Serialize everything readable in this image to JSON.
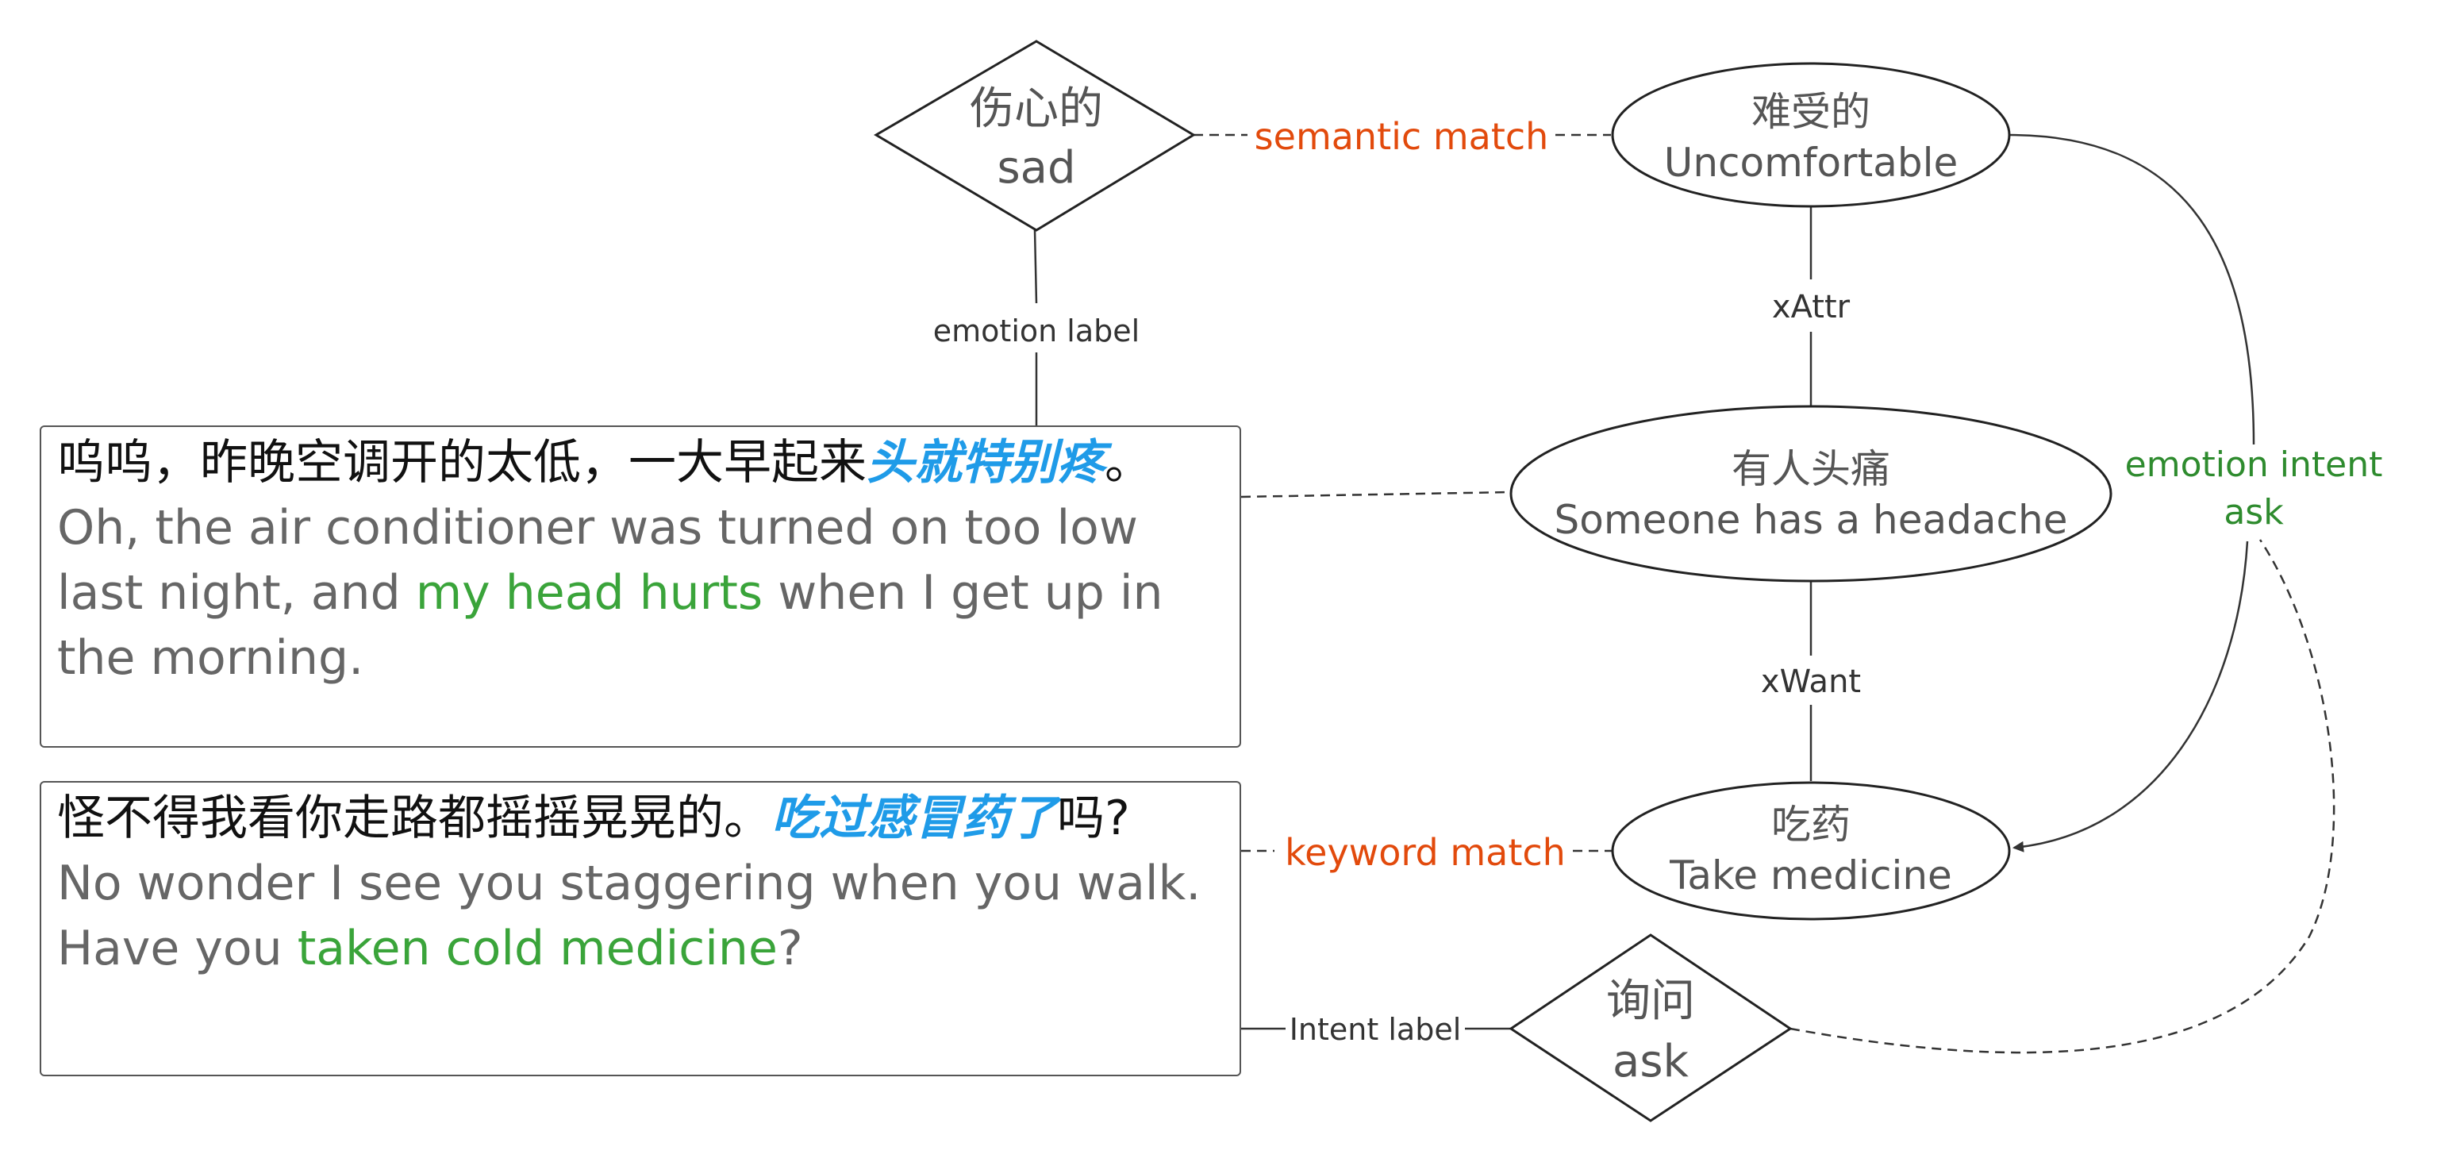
{
  "nodes": {
    "sad": {
      "zh": "伤心的",
      "en": "sad"
    },
    "uncomfortable": {
      "zh": "难受的",
      "en": "Uncomfortable"
    },
    "headache": {
      "zh": "有人头痛",
      "en": "Someone has a headache"
    },
    "medicine": {
      "zh": "吃药",
      "en": "Take medicine"
    },
    "ask": {
      "zh": "询问",
      "en": "ask"
    }
  },
  "edges": {
    "semantic_match": "semantic match",
    "emotion_label": "emotion label",
    "xattr": "xAttr",
    "xwant": "xWant",
    "emotion_intent_line1": "emotion intent",
    "emotion_intent_line2": "ask",
    "keyword_match": "keyword match",
    "intent_label": "Intent label"
  },
  "utterances": [
    {
      "zh_prefix": "呜呜，昨晚空调开的太低，一大早起来",
      "zh_highlight": "头就特别疼",
      "zh_suffix": "。",
      "en_prefix": "Oh, the air conditioner was turned on too low last night, and ",
      "en_highlight": "my head hurts",
      "en_suffix": " when I get up in the morning."
    },
    {
      "zh_prefix": "怪不得我看你走路都摇摇晃晃的。",
      "zh_highlight": "吃过感冒药了",
      "zh_suffix": "吗?",
      "en_prefix": "No wonder I see you staggering when you walk. Have you ",
      "en_highlight": "taken cold medicine",
      "en_suffix": "?"
    }
  ],
  "colors": {
    "match_label": "#e24a0c",
    "emotion_intent": "#2e8b2e",
    "highlight_zh": "#1f9be8",
    "highlight_en": "#3aa43a",
    "line": "#333333",
    "node_text": "#555555"
  }
}
